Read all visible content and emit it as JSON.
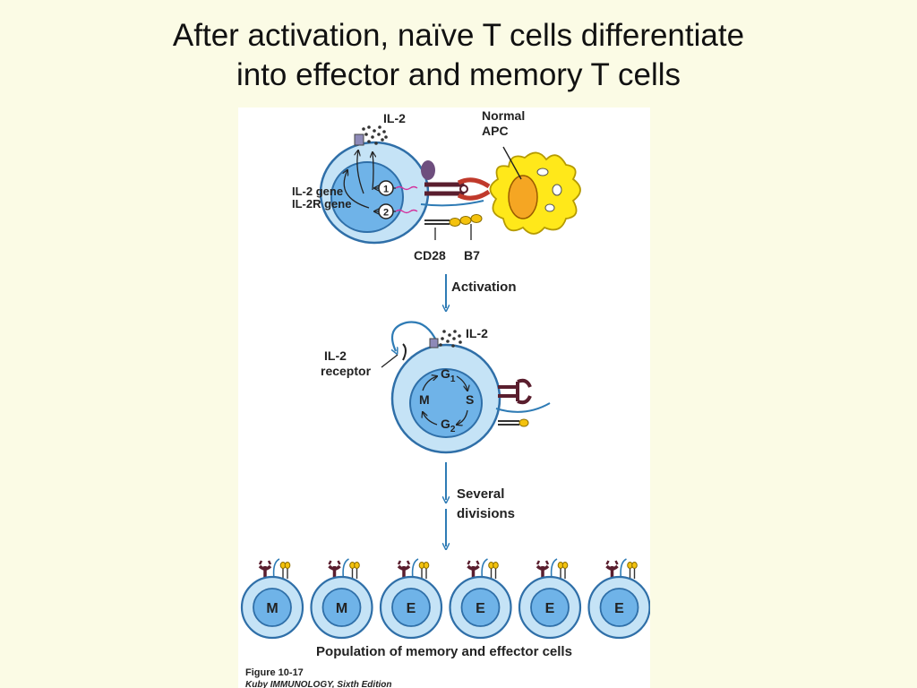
{
  "title": {
    "line1": "After activation, naïve T cells differentiate",
    "line2": "into effector and memory T cells"
  },
  "figure": {
    "top": {
      "il2": "IL-2",
      "normal_apc_line1": "Normal",
      "normal_apc_line2": "APC",
      "il2_gene": "IL-2 gene",
      "il2r_gene": "IL-2R gene",
      "step1": "1",
      "step2": "2",
      "cd28": "CD28",
      "b7": "B7"
    },
    "arrow1": {
      "label": "Activation"
    },
    "middle": {
      "il2": "IL-2",
      "receptor_line1": "IL-2",
      "receptor_line2": "receptor",
      "g1": "G",
      "g1_sub": "1",
      "s": "S",
      "g2": "G",
      "g2_sub": "2",
      "m": "M"
    },
    "arrow2": {
      "label_line1": "Several",
      "label_line2": "divisions"
    },
    "population": {
      "cells": [
        "M",
        "M",
        "E",
        "E",
        "E",
        "E"
      ],
      "caption": "Population of memory and effector cells"
    },
    "figure_label": "Figure 10-17",
    "source": "Kuby IMMUNOLOGY, Sixth Edition"
  },
  "colors": {
    "background": "#FBFBE5",
    "cell_outer": "#C5E3F6",
    "cell_border": "#2F6FA8",
    "nucleus": "#6FB3E8",
    "apc_body": "#FFE81A",
    "apc_nucleus": "#F5A623",
    "arrow": "#2E7BB5",
    "signal": "#D4319C",
    "receptor": "#5A1E2E"
  }
}
